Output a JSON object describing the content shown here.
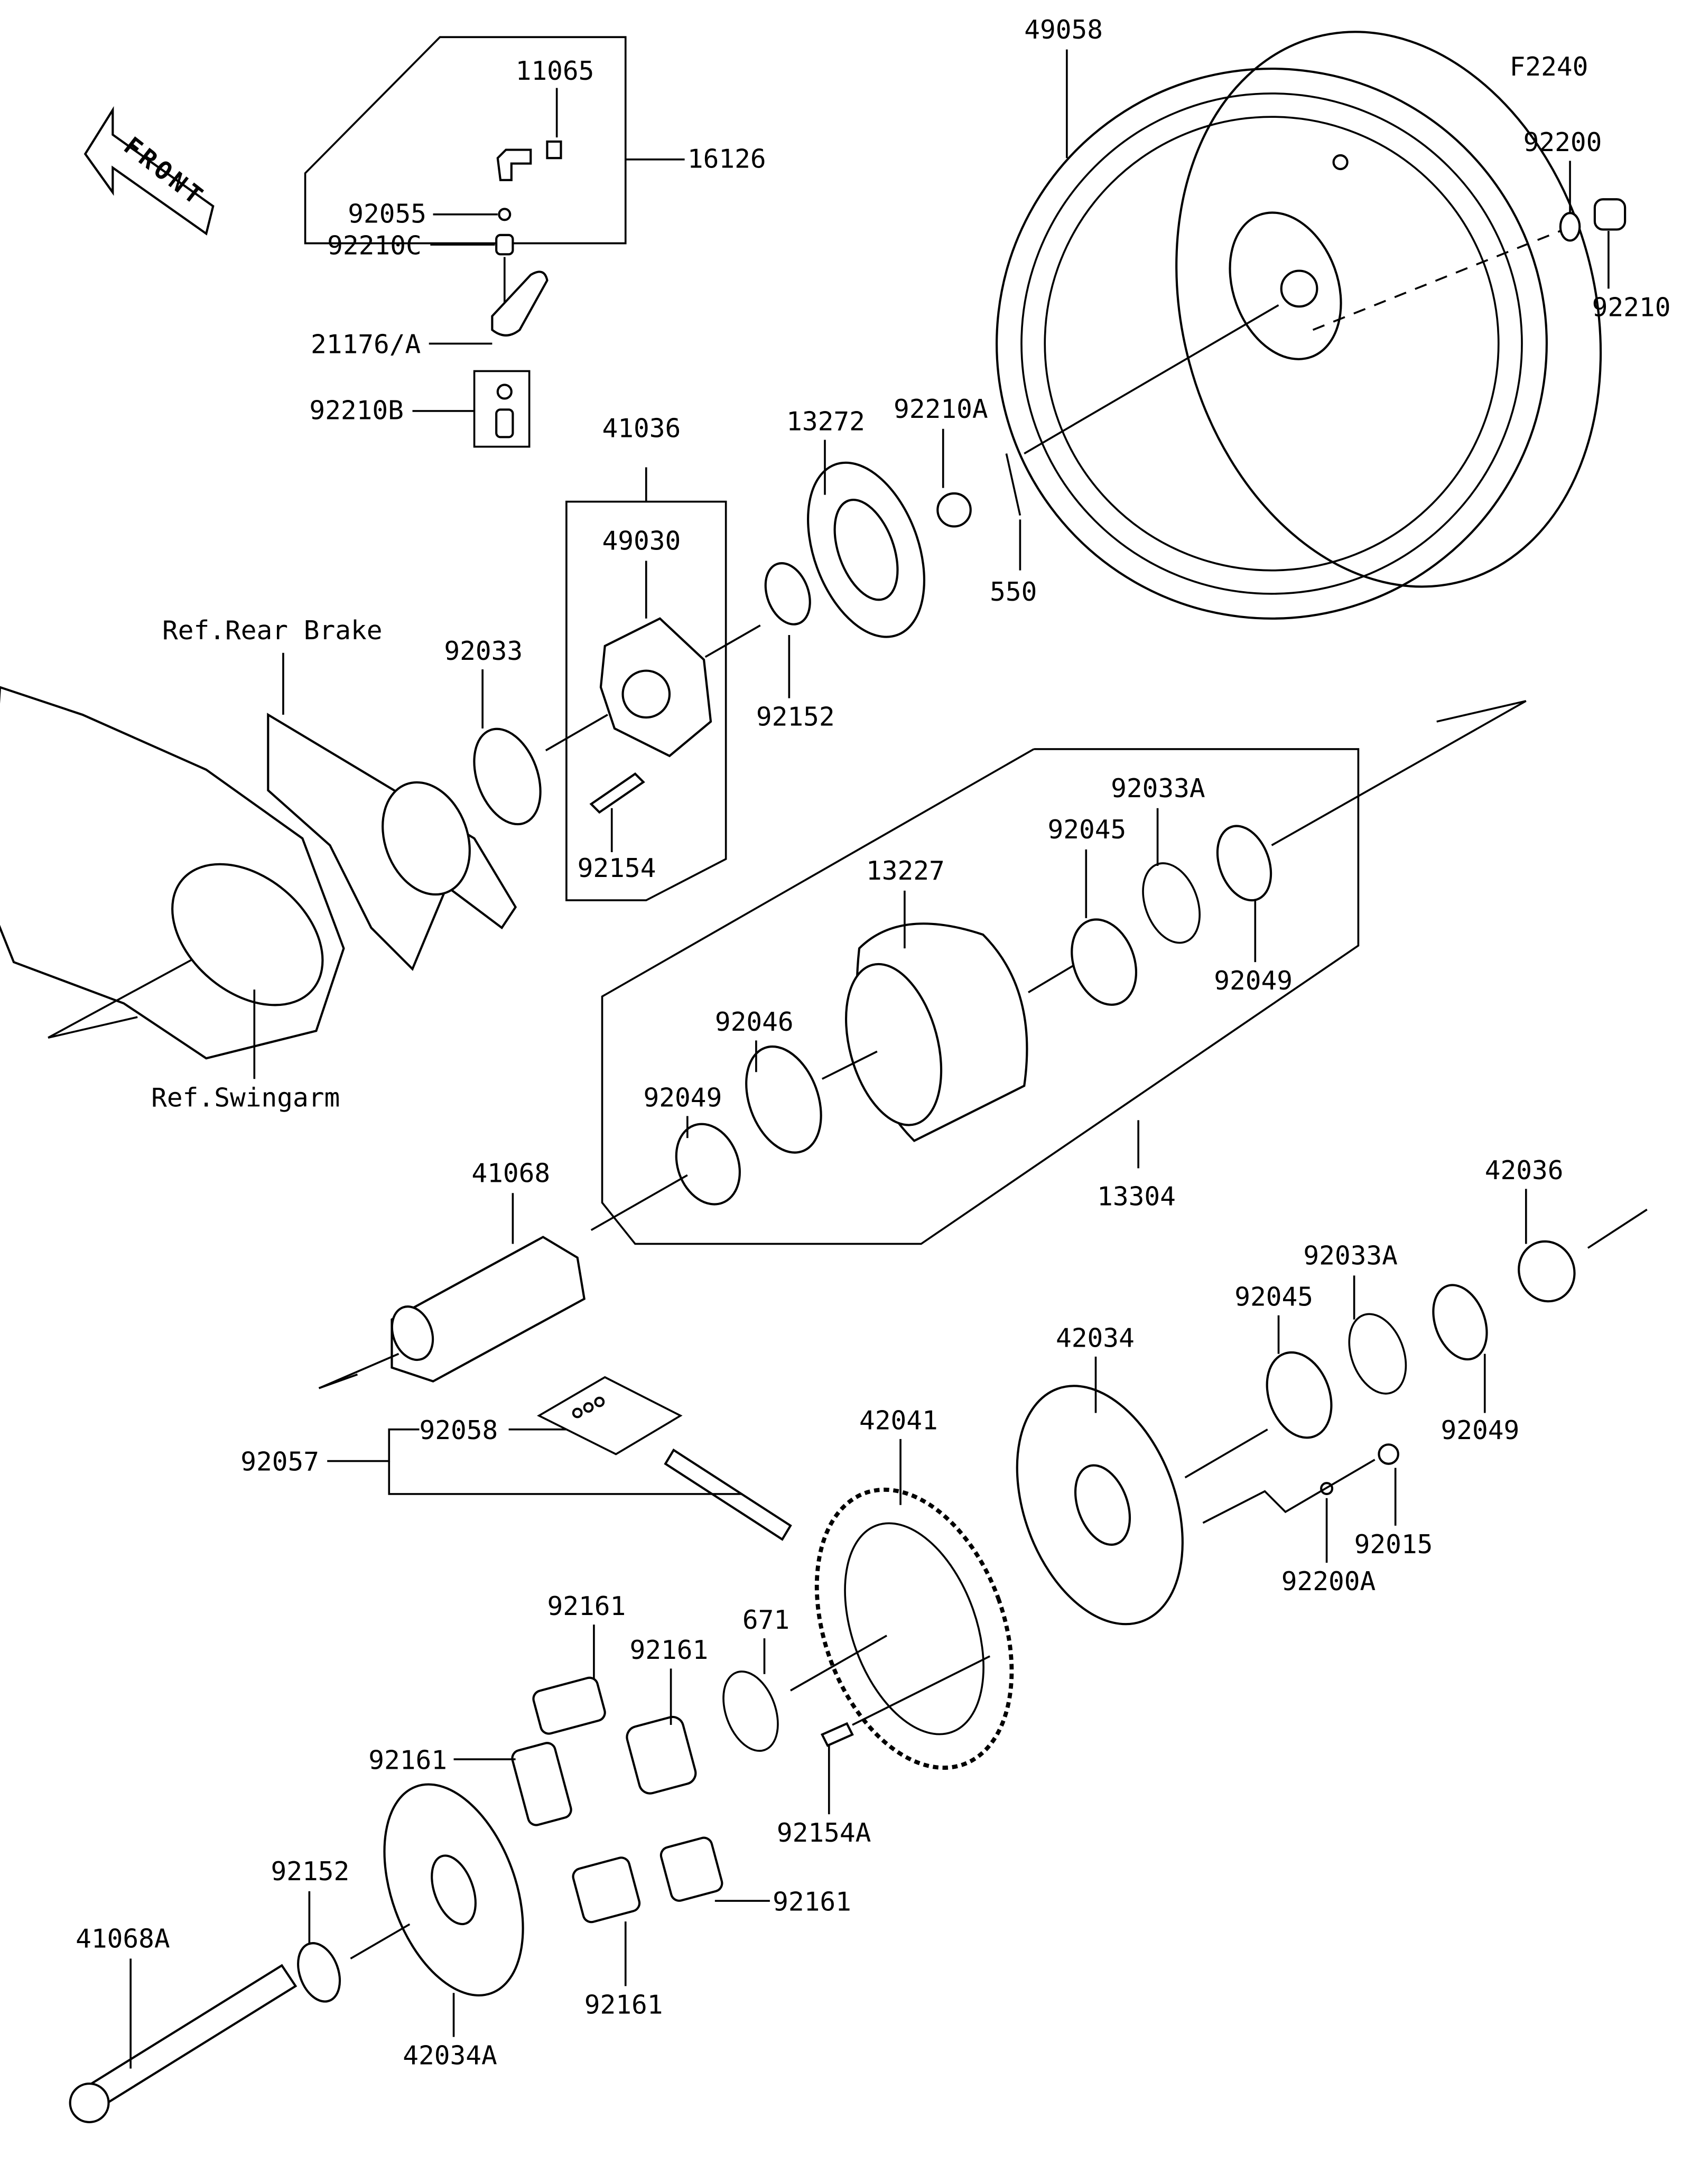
{
  "diagram": {
    "code": "F2240",
    "front_label": "FRONT",
    "refs": {
      "rear_brake": "Ref.Rear Brake",
      "swingarm": "Ref.Swingarm"
    },
    "parts": [
      {
        "id": "11065"
      },
      {
        "id": "16126"
      },
      {
        "id": "92055"
      },
      {
        "id": "92210C"
      },
      {
        "id": "21176/A"
      },
      {
        "id": "92210B"
      },
      {
        "id": "41036"
      },
      {
        "id": "49030"
      },
      {
        "id": "92033"
      },
      {
        "id": "92154"
      },
      {
        "id": "13272"
      },
      {
        "id": "92210A"
      },
      {
        "id": "550"
      },
      {
        "id": "92152"
      },
      {
        "id": "49058"
      },
      {
        "id": "92200"
      },
      {
        "id": "92210"
      },
      {
        "id": "13227"
      },
      {
        "id": "92045"
      },
      {
        "id": "92033A"
      },
      {
        "id": "92049"
      },
      {
        "id": "92046"
      },
      {
        "id": "92049"
      },
      {
        "id": "13304"
      },
      {
        "id": "41068"
      },
      {
        "id": "42036"
      },
      {
        "id": "92033A"
      },
      {
        "id": "92045"
      },
      {
        "id": "42034"
      },
      {
        "id": "92049"
      },
      {
        "id": "92015"
      },
      {
        "id": "92200A"
      },
      {
        "id": "92058"
      },
      {
        "id": "92057"
      },
      {
        "id": "42041"
      },
      {
        "id": "671"
      },
      {
        "id": "92154A"
      },
      {
        "id": "92161"
      },
      {
        "id": "92161"
      },
      {
        "id": "92161"
      },
      {
        "id": "92161"
      },
      {
        "id": "92161"
      },
      {
        "id": "92152"
      },
      {
        "id": "41068A"
      },
      {
        "id": "42034A"
      }
    ]
  }
}
